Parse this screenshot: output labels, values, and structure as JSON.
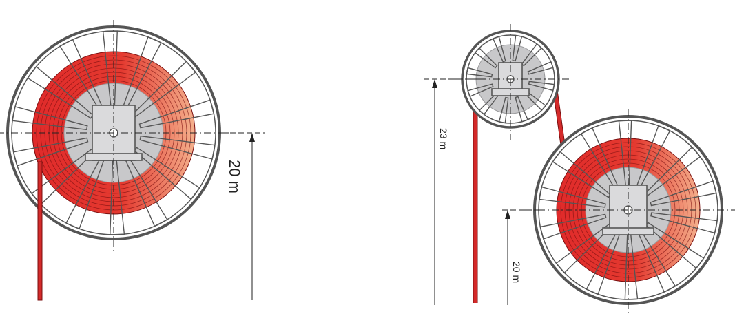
{
  "diagrams": [
    {
      "reels": [
        {
          "label": "",
          "cable_color": "#d42a2a"
        }
      ],
      "dimension": {
        "label": "20 m"
      }
    },
    {
      "reels": [
        {
          "label": "",
          "cable_color": "#d42a2a"
        },
        {
          "label": "",
          "cable_color": "#d42a2a"
        }
      ],
      "dimensions": [
        {
          "label": "23 m"
        },
        {
          "label": "20 m"
        }
      ]
    }
  ],
  "colors": {
    "cable": "#d42a2a",
    "cable_dark": "#7a0f0f",
    "cable_light": "#f29a6e",
    "hub": "#c8c8ca",
    "frame": "#555555",
    "spoke_fill": "#ffffff"
  }
}
